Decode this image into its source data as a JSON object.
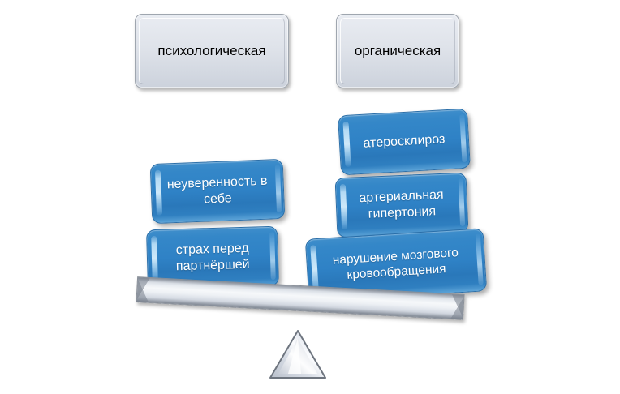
{
  "diagram": {
    "title_categories": [
      {
        "id": "psychological",
        "label": "психологическая"
      },
      {
        "id": "organic",
        "label": "органическая"
      }
    ],
    "left_items": [
      {
        "id": "insecurity",
        "label": "неуверенность в себе"
      },
      {
        "id": "fear-of-partner",
        "label": "страх перед партнёршей"
      }
    ],
    "right_items": [
      {
        "id": "atherosclerosis",
        "label": "атеросклироз"
      },
      {
        "id": "arterial-hypertension",
        "label": "артериальная гипертония"
      },
      {
        "id": "cerebral-circulation",
        "label": "нарушение мозгового кровообращения"
      }
    ],
    "balance": {
      "tilt_direction": "right",
      "tilt_degrees": 3
    },
    "colors": {
      "background": "#ffffff",
      "blue_box_fill": "#2f82c6",
      "blue_box_border": "#2a6ea8",
      "blue_box_text": "#ffffff",
      "gray_box_fill": "#dfe3ea",
      "gray_box_border": "#9fa6af",
      "gray_box_text": "#000000",
      "beam_fill": "#e8ecf1",
      "beam_border": "#8a9099",
      "fulcrum_fill": "#dfe4ec",
      "fulcrum_border": "#6e757f"
    }
  }
}
